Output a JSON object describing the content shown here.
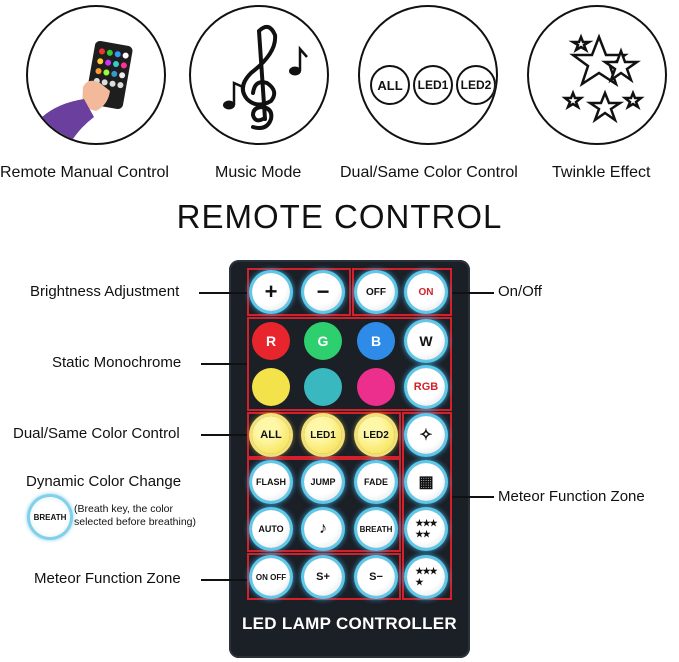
{
  "features": [
    {
      "label": "Remote Manual Control",
      "icon": "hand-holding-remote-icon"
    },
    {
      "label": "Music Mode",
      "icon": "music-notes-icon"
    },
    {
      "label": "Dual/Same Color Control",
      "icon": "zone-buttons-icon",
      "buttons": [
        "ALL",
        "LED1",
        "LED2"
      ]
    },
    {
      "label": "Twinkle Effect",
      "icon": "twinkling-stars-icon"
    }
  ],
  "title": "REMOTE CONTROL",
  "remote": {
    "buttons": {
      "brightness_up": "+",
      "brightness_down": "−",
      "off": "OFF",
      "on": "ON",
      "r": "R",
      "g": "G",
      "b": "B",
      "w": "W",
      "rgb": "RGB",
      "all": "ALL",
      "led1": "LED1",
      "led2": "LED2",
      "flash": "FLASH",
      "jump": "JUMP",
      "fade": "FADE",
      "auto": "AUTO",
      "breath": "BREATH",
      "meteor_onoff": "ON OFF",
      "speed_up": "S+",
      "speed_down": "S−"
    },
    "footer": "LED LAMP CONTROLLER"
  },
  "callouts": {
    "brightness": "Brightness Adjustment",
    "onoff": "On/Off",
    "static": "Static Monochrome",
    "dual": "Dual/Same Color Control",
    "dynamic": "Dynamic Color Change",
    "meteor_right": "Meteor Function Zone",
    "meteor_left": "Meteor Function Zone",
    "breath_key": "BREATH",
    "breath_note_1": "(Breath key, the color",
    "breath_note_2": "selected before breathing)"
  },
  "colors": {
    "frame": "#d4202a",
    "remote_body": "#1b1f26",
    "red": "#e8252d",
    "green": "#2ecf6f",
    "blue": "#2e8ce8",
    "yellow": "#f4e24a",
    "teal": "#3ab8c0",
    "pink": "#ec2f8c"
  }
}
